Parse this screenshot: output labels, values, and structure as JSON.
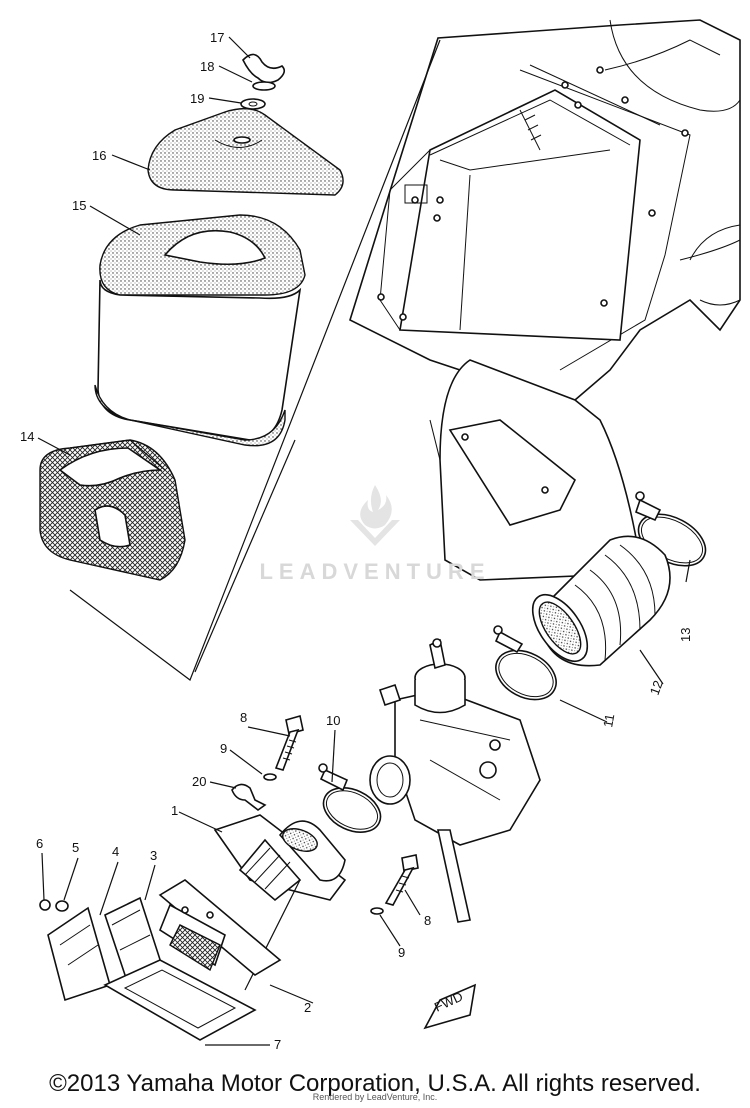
{
  "callouts": [
    {
      "n": "1",
      "label": "1"
    },
    {
      "n": "2",
      "label": "2"
    },
    {
      "n": "3",
      "label": "3"
    },
    {
      "n": "4",
      "label": "4"
    },
    {
      "n": "5",
      "label": "5"
    },
    {
      "n": "6",
      "label": "6"
    },
    {
      "n": "7",
      "label": "7"
    },
    {
      "n": "8a",
      "label": "8"
    },
    {
      "n": "8b",
      "label": "8"
    },
    {
      "n": "9a",
      "label": "9"
    },
    {
      "n": "9b",
      "label": "9"
    },
    {
      "n": "10",
      "label": "10"
    },
    {
      "n": "11",
      "label": "11"
    },
    {
      "n": "12",
      "label": "12"
    },
    {
      "n": "13",
      "label": "13"
    },
    {
      "n": "14",
      "label": "14"
    },
    {
      "n": "15",
      "label": "15"
    },
    {
      "n": "16",
      "label": "16"
    },
    {
      "n": "17",
      "label": "17"
    },
    {
      "n": "18",
      "label": "18"
    },
    {
      "n": "19",
      "label": "19"
    },
    {
      "n": "20",
      "label": "20"
    }
  ],
  "fwd_label": "FWD",
  "watermark": "LEADVENTURE",
  "copyright": "©2013 Yamaha Motor Corporation, U.S.A. All rights reserved.",
  "rendered_by": "Rendered by LeadVenture, Inc."
}
